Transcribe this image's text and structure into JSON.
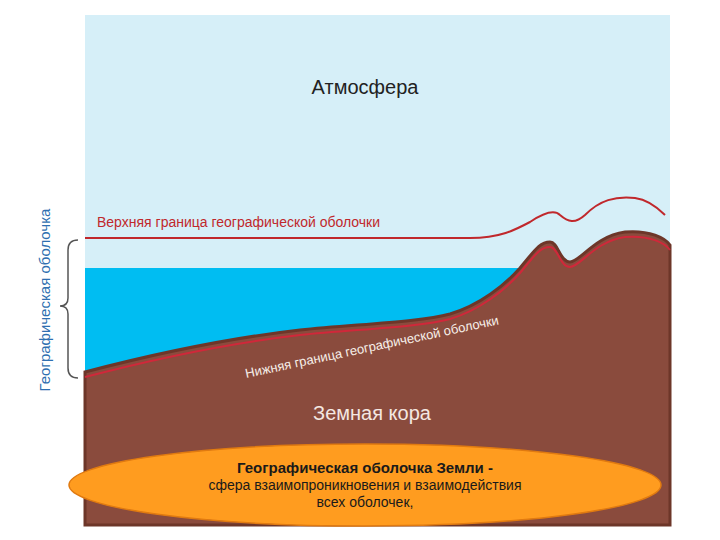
{
  "diagram": {
    "nodes": [
      {
        "text": [
          "Географическая оболочка Земли -",
          "сфера взаимопроникновения и взаимодействия всех оболочек,"
        ]
      }
    ],
    "labels": [
      "Атмосфера",
      "Верхняя граница географической оболочки",
      "Географическая оболочка",
      "Нижняя граница географической оболочки",
      "Земная кора"
    ]
  }
}
